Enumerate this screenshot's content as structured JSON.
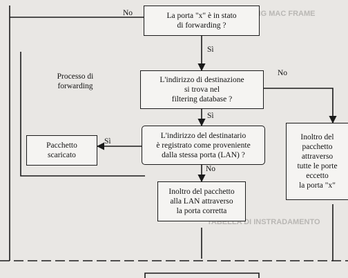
{
  "diagram": {
    "nodes": {
      "q1": "La porta \"x\" è in stato\ndi forwarding ?",
      "q2": "L'indirizzo di destinazione\nsi trova nel\nfiltering database ?",
      "q3": "L'indirizzo del destinatario\nè registrato come proveniente\ndalla stessa porta (LAN) ?",
      "forward_lan": "Inoltro del pacchetto\nalla LAN attraverso\nla porta corretta",
      "discarded": "Pacchetto\nscaricato",
      "forward_all": "Inoltro del\npacchetto\nattraverso\ntutte le porte\neccetto\nla porta \"x\"",
      "process_label": "Processo di\nforwarding"
    },
    "edge_labels": {
      "q1_no": "No",
      "q1_yes": "Sì",
      "q2_no": "No",
      "q2_yes": "Sì",
      "q3_yes": "Sì",
      "q3_no": "No"
    }
  },
  "background_text": {
    "heading_1": "FORWARDING MAC FRAME",
    "heading_2": "TABELLA DI INSTRADAMENTO"
  }
}
